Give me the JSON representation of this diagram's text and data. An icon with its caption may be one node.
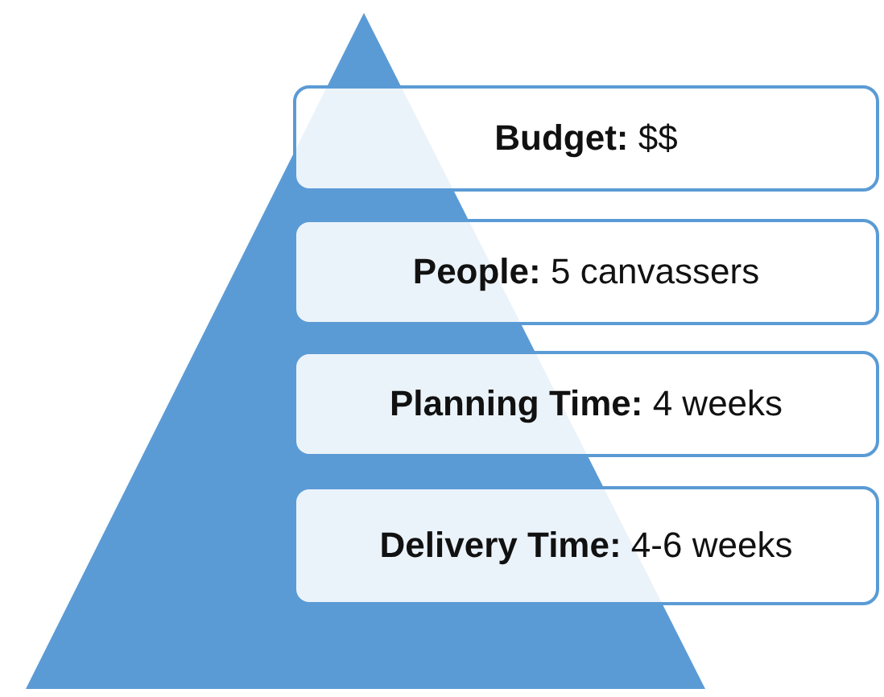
{
  "diagram": {
    "nodes": [
      {
        "text": [
          "**Budget:** $$"
        ]
      },
      {
        "text": [
          "**People:** 5 canvassers"
        ]
      },
      {
        "text": [
          "**Planning Time:** 4 weeks"
        ]
      },
      {
        "text": [
          "**Delivery Time:** 4-6 weeks"
        ]
      }
    ]
  }
}
